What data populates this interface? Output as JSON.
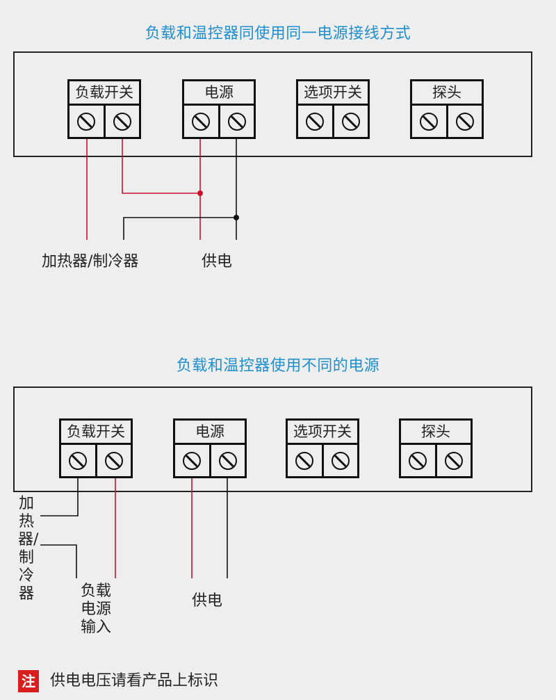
{
  "diagram1": {
    "title": "负载和温控器同使用同一电源接线方式",
    "blocks": [
      "负载开关",
      "电源",
      "选项开关",
      "探头"
    ],
    "label_heater": "加热器/制冷器",
    "label_power": "供电"
  },
  "diagram2": {
    "title": "负载和温控器使用不同的电源",
    "blocks": [
      "负载开关",
      "电源",
      "选项开关",
      "探头"
    ],
    "label_heater": "加热器/制冷器",
    "label_load_power": "负载电源输入",
    "label_power": "供电"
  },
  "note": {
    "badge": "注",
    "text": "供电电压请看产品上标识"
  },
  "colors": {
    "title": "#1f8fd0",
    "wire_red": "#c8102e",
    "wire_black": "#111111",
    "badge": "#d81e1e"
  }
}
